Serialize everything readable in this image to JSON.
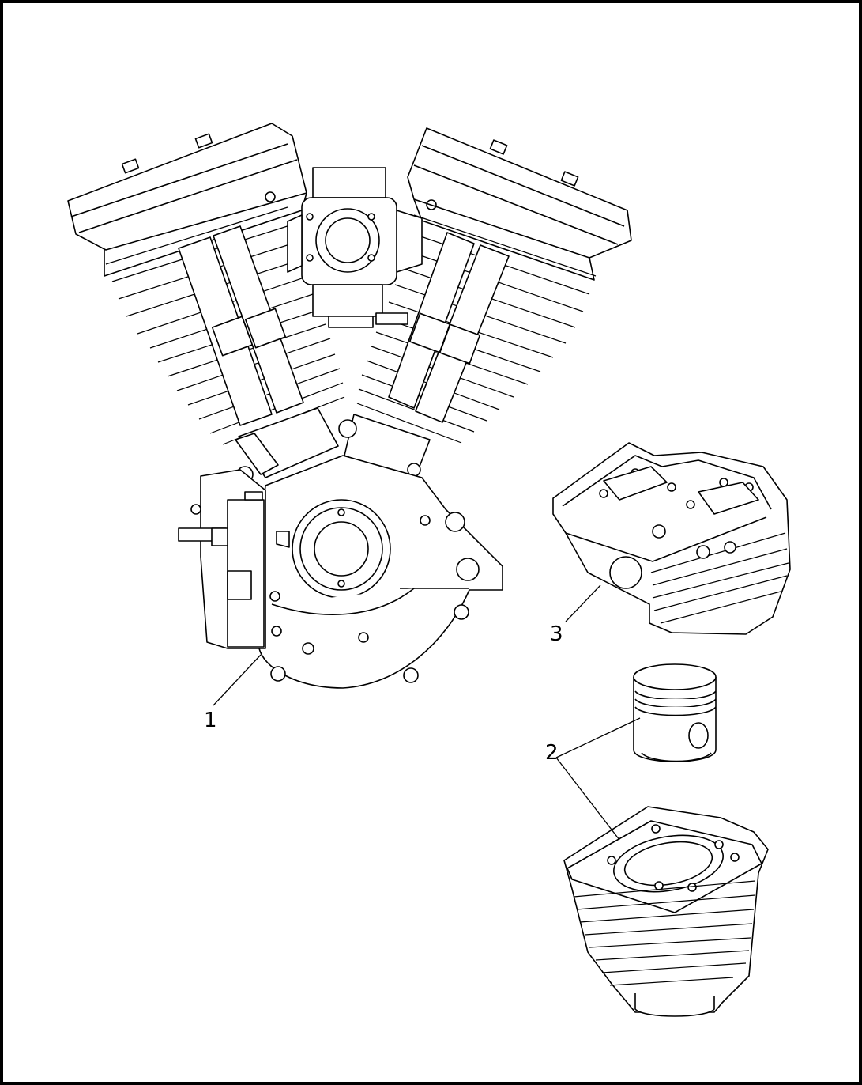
{
  "callouts": {
    "engine": "1",
    "piston_cylinder": "2",
    "cylinder_head": "3"
  },
  "colors": {
    "line": "#000000",
    "background": "#ffffff"
  }
}
